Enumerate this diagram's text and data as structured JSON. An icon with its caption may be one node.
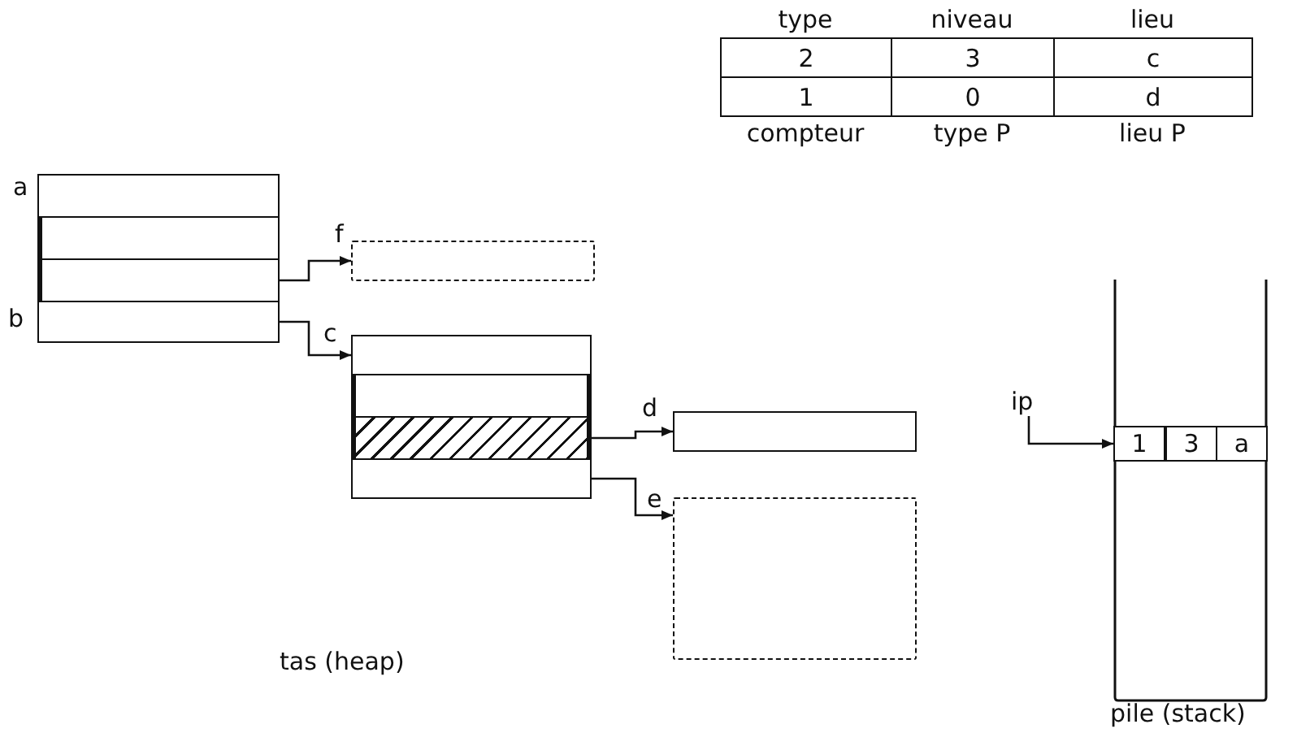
{
  "diagram": {
    "nodes": [
      {
        "text": [],
        "shape": "bar",
        "beside": [
          "a"
        ]
      },
      {
        "text": [],
        "shape": "bar"
      },
      {
        "text": [],
        "shape": "bar"
      },
      {
        "text": [],
        "shape": "bar",
        "beside": [
          "b"
        ]
      },
      {
        "text": [],
        "shape": "box",
        "beside": [
          "f"
        ]
      },
      {
        "text": [],
        "shape": "bar",
        "beside": [
          "c"
        ]
      },
      {
        "text": [],
        "shape": "bar"
      },
      {
        "text": [],
        "shape": "bar"
      },
      {
        "text": [],
        "shape": "bar"
      },
      {
        "text": [],
        "shape": "bar",
        "beside": [
          "d"
        ]
      },
      {
        "text": [],
        "shape": "box",
        "beside": [
          "e"
        ]
      },
      {
        "text": [],
        "shape": "box",
        "beside": [
          "pile (stack)"
        ]
      },
      {
        "text": [
          "ip"
        ]
      },
      {
        "text": [
          "1"
        ],
        "in": 11
      },
      {
        "text": [
          "3"
        ],
        "in": 11
      },
      {
        "text": [
          "a"
        ],
        "in": 11
      }
    ],
    "edges": [
      {
        "from": 2,
        "to": 4,
        "arrow": "to"
      },
      {
        "from": 3,
        "to": 5,
        "arrow": "to"
      },
      {
        "from": 7,
        "to": 9,
        "arrow": "to"
      },
      {
        "from": 8,
        "to": 10,
        "arrow": "to"
      },
      {
        "from": 12,
        "to": 13,
        "arrow": "to"
      }
    ],
    "labels": [
      "type",
      "niveau",
      "lieu",
      "2",
      "3",
      "c",
      "1",
      "0",
      "d",
      "compteur",
      "type P",
      "lieu P",
      "tas (heap)"
    ]
  }
}
